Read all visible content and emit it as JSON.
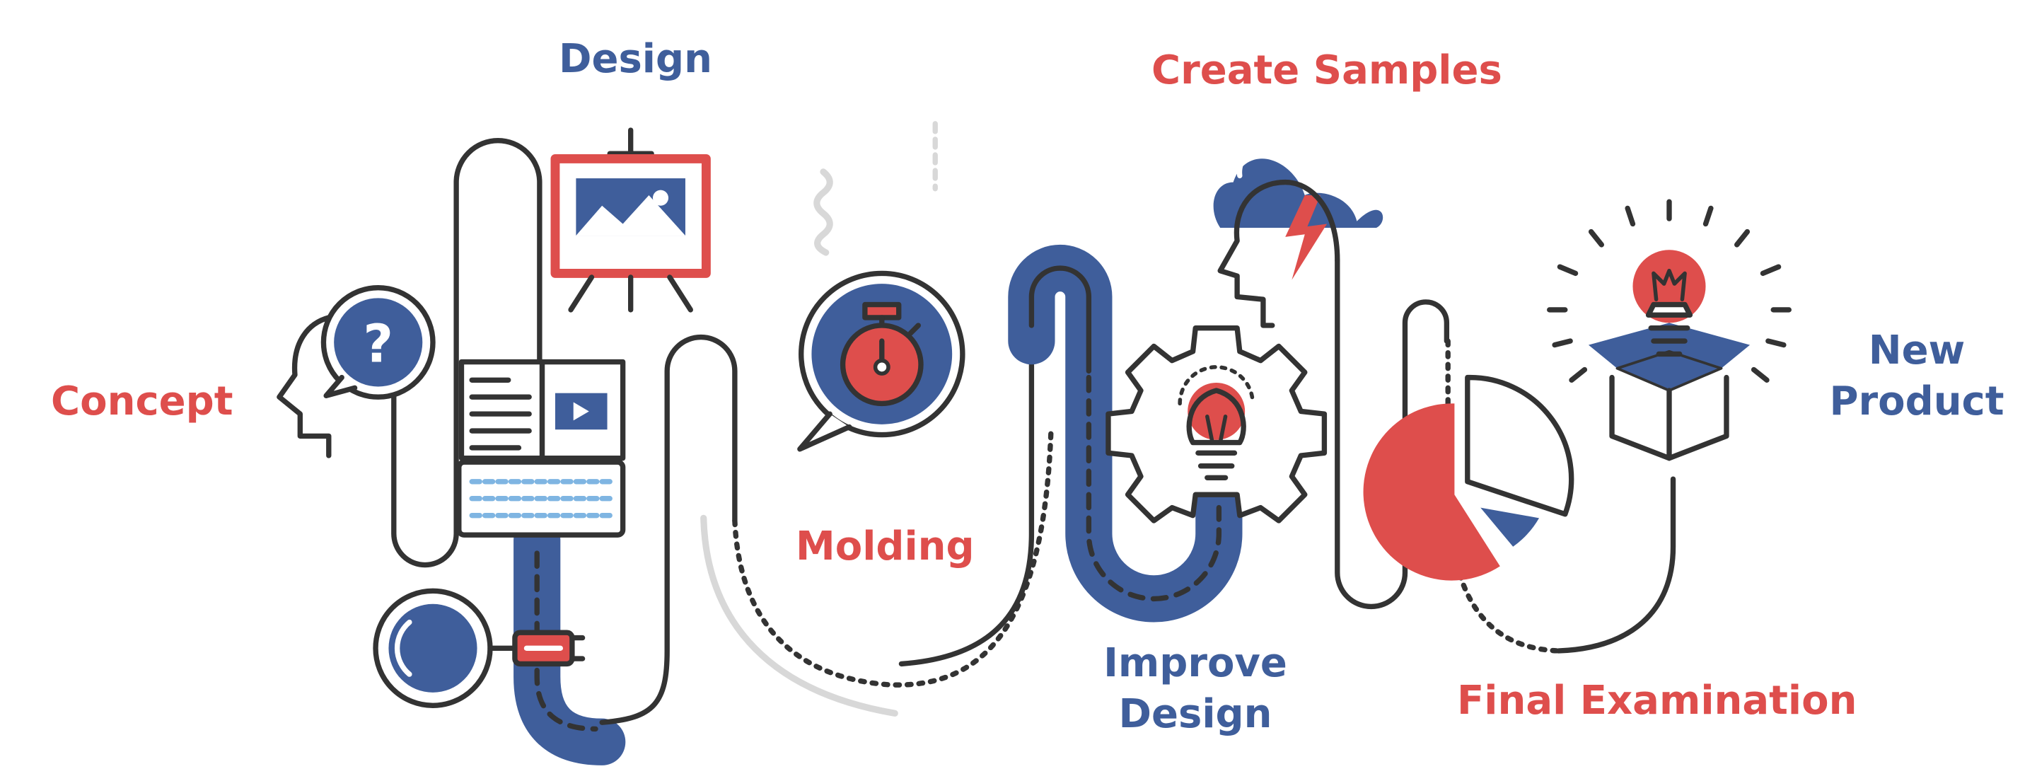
{
  "palette": {
    "red": "#de4e4c",
    "blue": "#3f5e9b",
    "dark": "#333333",
    "light_gray": "#d8d8d8",
    "light_blue": "#7fb5e2"
  },
  "stages": [
    {
      "id": "concept",
      "label": "Concept",
      "color": "red",
      "icon": "head-question-icon"
    },
    {
      "id": "design",
      "label": "Design",
      "color": "blue",
      "icon": "easel-picture-icon"
    },
    {
      "id": "molding",
      "label": "Molding",
      "color": "red",
      "icon": "stopwatch-bubble-icon"
    },
    {
      "id": "improve_design",
      "label_line1": "Improve",
      "label_line2": "Design",
      "color": "blue",
      "icon": "gear-lightbulb-icon"
    },
    {
      "id": "create_samples",
      "label": "Create Samples",
      "color": "red",
      "icon": "head-cloud-lightning-icon"
    },
    {
      "id": "final_examination",
      "label": "Final Examination",
      "color": "red",
      "icon": "pie-chart-icon"
    },
    {
      "id": "new_product",
      "label_line1": "New",
      "label_line2": "Product",
      "color": "blue",
      "icon": "box-lightbulb-icon"
    }
  ],
  "icons": {
    "question_mark": "?"
  }
}
